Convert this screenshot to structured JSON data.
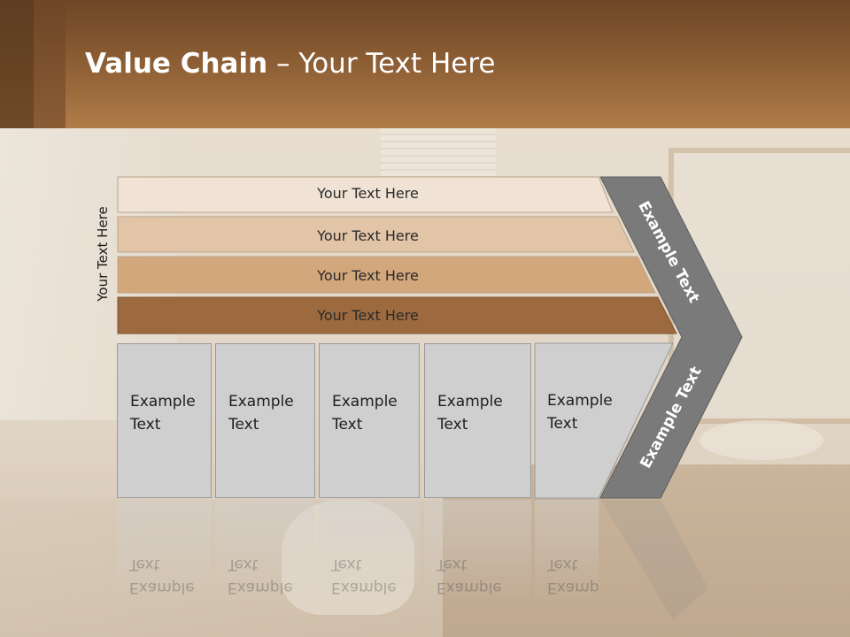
{
  "slide": {
    "title_bold": "Value Chain",
    "title_rest": " – Your Text Here"
  },
  "side_label": "Your Text Here",
  "bars": [
    {
      "label": "Your Text Here",
      "color": "#f0e2d4"
    },
    {
      "label": "Your Text Here",
      "color": "#e2c5a7"
    },
    {
      "label": "Your Text Here",
      "color": "#d3a77c"
    },
    {
      "label": "Your Text Here",
      "color": "#9c6a3e"
    }
  ],
  "boxes": [
    {
      "line1": "Example",
      "line2": "Text"
    },
    {
      "line1": "Example",
      "line2": "Text"
    },
    {
      "line1": "Example",
      "line2": "Text"
    },
    {
      "line1": "Example",
      "line2": "Text"
    },
    {
      "line1": "Example",
      "line2": "Text"
    }
  ],
  "chevron": {
    "upper_label": "Example Text",
    "lower_label": "Example Text",
    "color": "#7a7a7a"
  },
  "colors": {
    "header": "#8a5c33",
    "box_fill": "#d0cfcf"
  }
}
